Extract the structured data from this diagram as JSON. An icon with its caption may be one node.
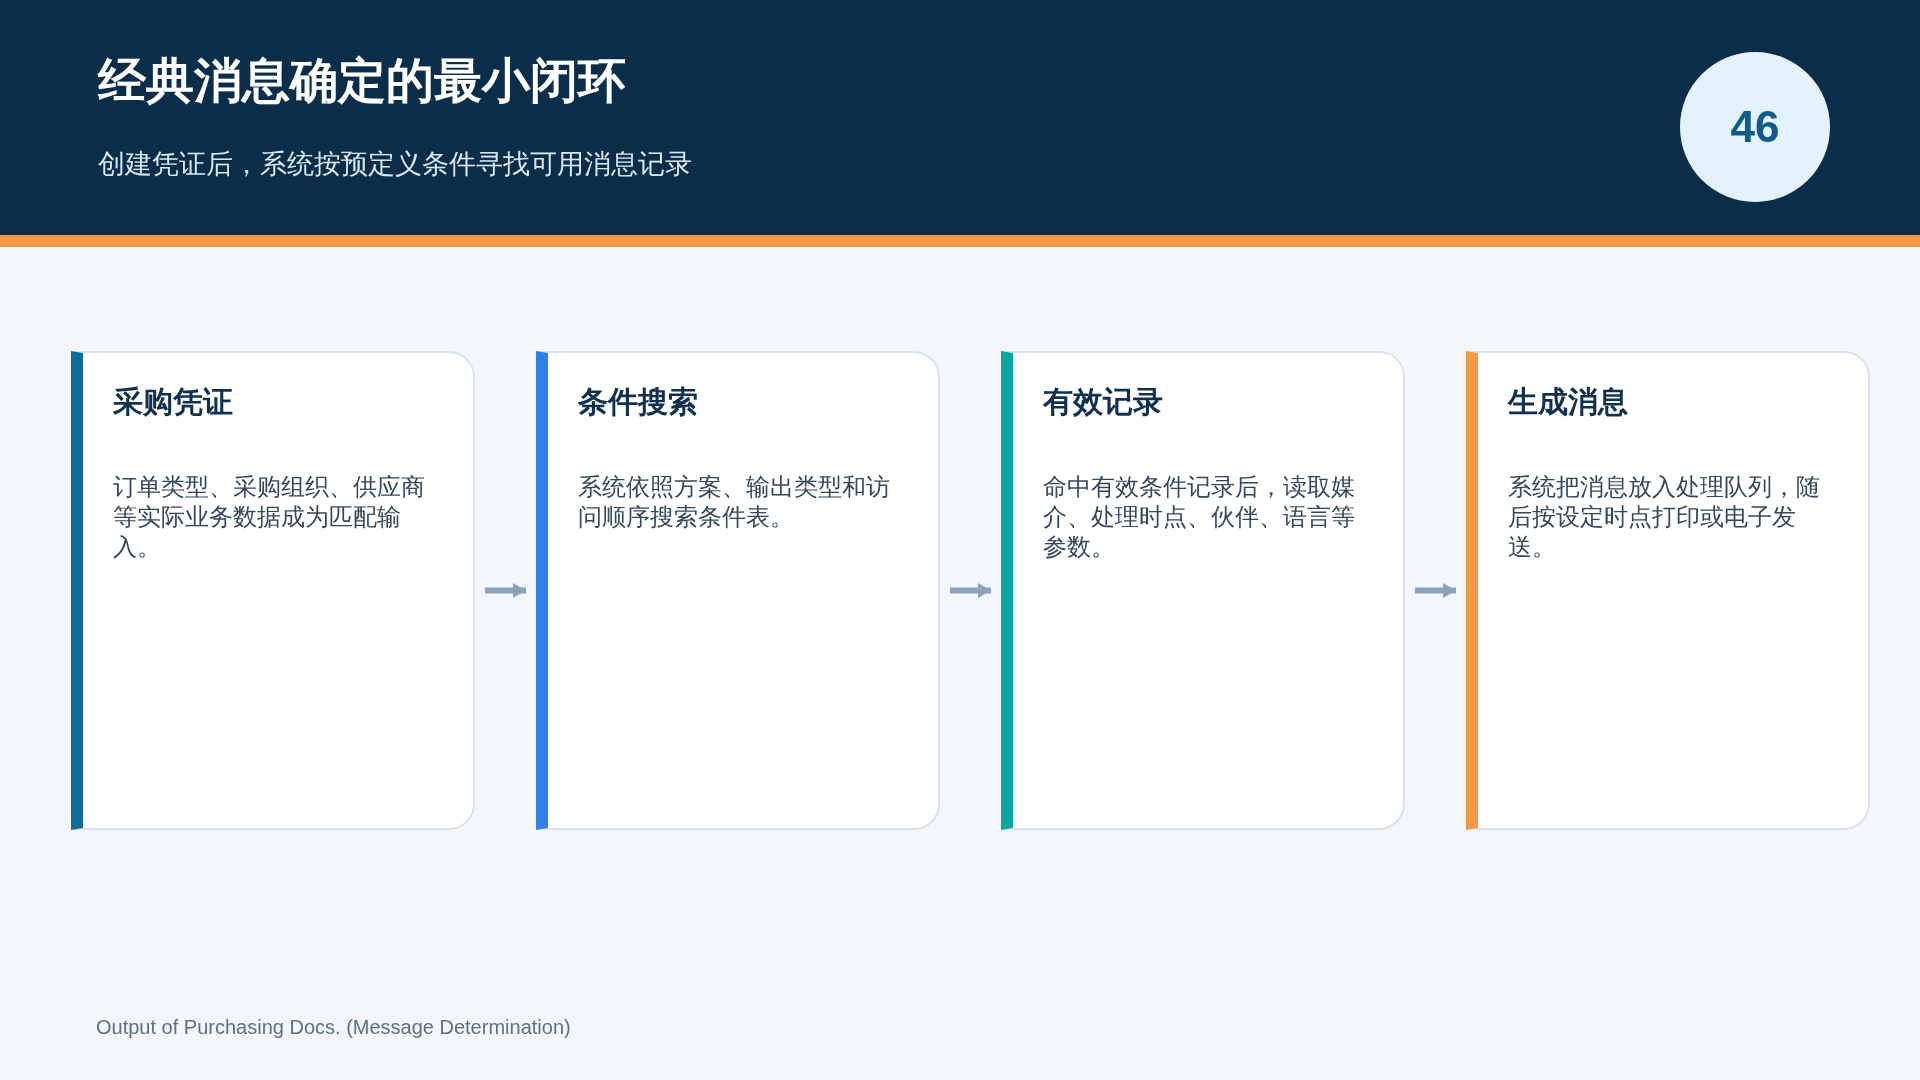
{
  "diagram": {
    "title": "经典消息确定的最小闭环",
    "nodes": [
      {
        "text": [
          "46"
        ]
      },
      {
        "text": [
          "采购凭证",
          "订单类型、采购组织、供应商等实际业务数据成为匹配输入。"
        ]
      },
      {
        "text": [
          "条件搜索",
          "系统依照方案、输出类型和访问顺序搜索条件表。"
        ]
      },
      {
        "text": [
          "有效记录",
          "命中有效条件记录后，读取媒介、处理时点、伙伴、语言等参数。"
        ]
      },
      {
        "text": [
          "生成消息",
          "系统把消息放入处理队列，随后按设定时点打印或电子发送。"
        ]
      }
    ],
    "edges": [
      {
        "from": 1,
        "to": 2,
        "arrow": "to"
      },
      {
        "from": 2,
        "to": 3,
        "arrow": "to"
      },
      {
        "from": 3,
        "to": 4,
        "arrow": "to"
      }
    ],
    "labels": [
      "创建凭证后，系统按预定义条件寻找可用消息记录",
      "Output of Purchasing Docs. (Message Determination)"
    ]
  }
}
